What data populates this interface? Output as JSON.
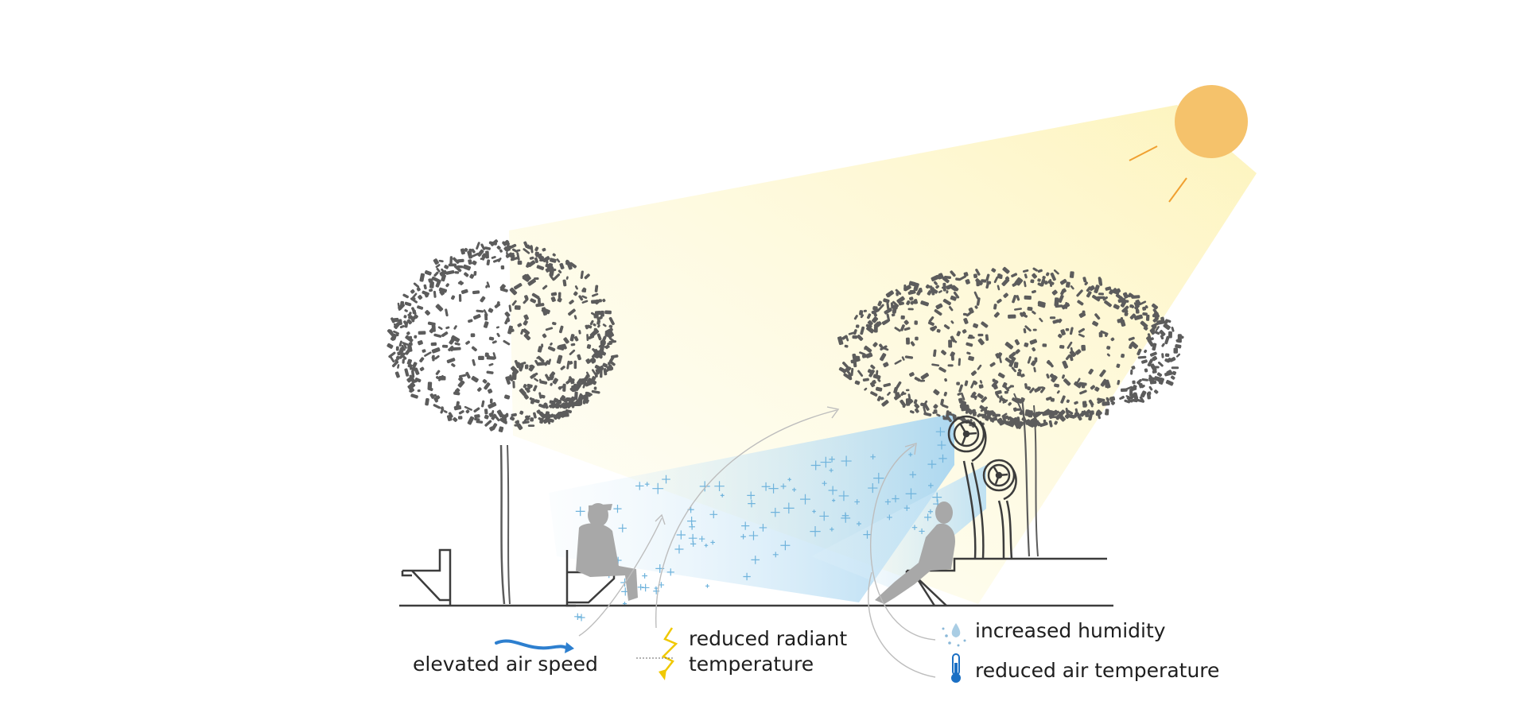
{
  "legend": {
    "air_speed": "elevated air speed",
    "radiant_line1": "reduced radiant",
    "radiant_line2": "temperature",
    "humidity": "increased humidity",
    "air_temperature": "reduced air temperature"
  },
  "icons": {
    "sun": "sun-icon",
    "air_speed": "blue-wave-arrow-icon",
    "radiant": "lightning-icon",
    "humidity": "water-droplets-icon",
    "air_temperature": "thermometer-icon"
  },
  "colors": {
    "sun": "#f5c26b",
    "sun_rays": "#f0a030",
    "sunlight": "#fdf7c8",
    "mist": "#bfe2f5",
    "mist_crosses": "#6fb3dc",
    "foliage": "#5c5c5c",
    "lines": "#3c3c3c",
    "people": "#a8a8a8",
    "thermometer": "#1a6fc4",
    "lightning": "#f0c800"
  }
}
